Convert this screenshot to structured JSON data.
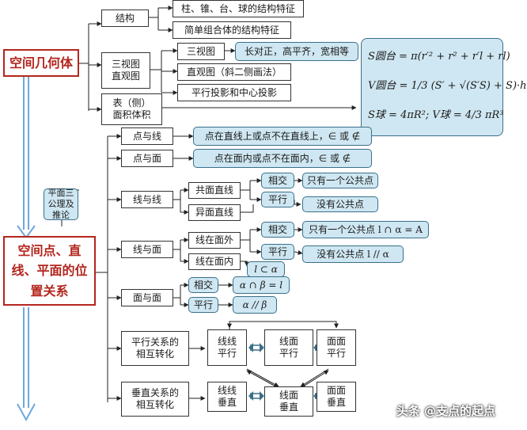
{
  "root": {
    "solid": "空间几何体",
    "position": "空间点、直线、平面的位置关系",
    "axioms": "平面三公理及推论"
  },
  "solid": {
    "structure": "结构",
    "structure_items": [
      "柱、锥、台、球的结构特征",
      "简单组合体的结构特征"
    ],
    "views": "三视图\n直观图",
    "view_items": [
      "三视图",
      "直观图（斜二侧画法）",
      "平行投影和中心投影"
    ],
    "three_view_note": "长对正，高平齐，宽相等",
    "area_volume": "表（侧）\n面积体积"
  },
  "formulas": {
    "s_frustum": "S圆台 = π(r′² + r² + r′l + rl)",
    "v_frustum": "V圆台 = 1/3 (S′ + √(S′S) + S)·h",
    "sphere": "S球 = 4πR²;  V球 = 4/3 πR³"
  },
  "relations": {
    "point_line": "点与线",
    "point_line_desc": "点在直线上或点不在直线上，∈ 或 ∉",
    "point_plane": "点与面",
    "point_plane_desc": "点在面内或点不在面内，∈ 或 ∉",
    "line_line": "线与线",
    "coplanar": "共面直线",
    "skew": "异面直线",
    "intersect": "相交",
    "parallel": "平行",
    "one_common": "只有一个公共点",
    "no_common": "没有公共点",
    "line_plane": "线与面",
    "outside_plane": "线在面外",
    "in_plane": "线在面内",
    "line_plane_intersect": "只有一个公共点  l ∩ α = A",
    "line_plane_parallel": "没有公共点      l // α",
    "l_subset": "l ⊂ α",
    "plane_plane": "面与面",
    "plane_intersect": "α ∩ β = l",
    "plane_parallel": "α // β",
    "parallel_transform": "平行关系的\n相互转化",
    "perp_transform": "垂直关系的\n相互转化",
    "ll_parallel": "线线\n平行",
    "lp_parallel": "线面\n平行",
    "pp_parallel": "面面\n平行",
    "ll_perp": "线线\n垂直",
    "lp_perp": "线面\n垂直",
    "pp_perp": "面面\n垂直"
  },
  "watermark": "头条 @支点的起点",
  "colors": {
    "accent_red": "#b3261e",
    "fill_blue": "#cfe7f2",
    "arrow_blue": "#6fa8dc"
  }
}
